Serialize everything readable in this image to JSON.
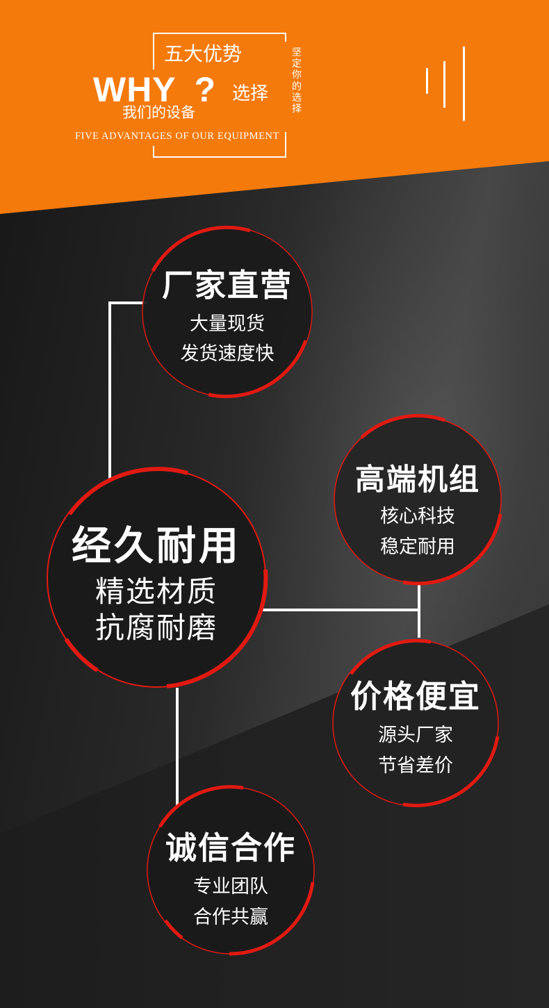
{
  "header": {
    "why": "WHY",
    "question_mark": "?",
    "title": "五大优势",
    "subtitle": "我们的设备",
    "choose": "选择",
    "vertical_text": "坚定你的选择",
    "english": "FIVE ADVANTAGES OF OUR EQUIPMENT"
  },
  "advantages": [
    {
      "title": "厂家直营",
      "lines": [
        "大量现货",
        "发货速度快"
      ]
    },
    {
      "title": "高端机组",
      "lines": [
        "核心科技",
        "稳定耐用"
      ]
    },
    {
      "title": "经久耐用",
      "lines": [
        "精选材质",
        "抗腐耐磨"
      ]
    },
    {
      "title": "价格便宜",
      "lines": [
        "源头厂家",
        "节省差价"
      ]
    },
    {
      "title": "诚信合作",
      "lines": [
        "专业团队",
        "合作共赢"
      ]
    }
  ],
  "colors": {
    "orange": "#f47a0c",
    "red": "#e01a12",
    "dark": "#1e1e1e",
    "white": "#ffffff"
  }
}
